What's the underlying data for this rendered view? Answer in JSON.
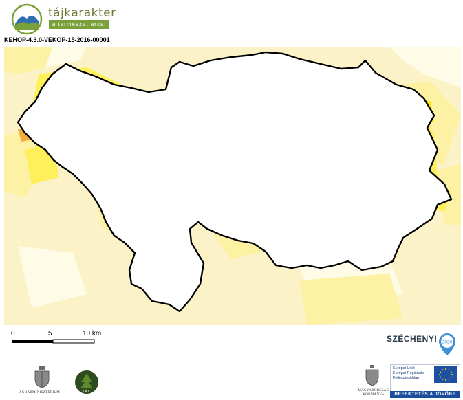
{
  "header": {
    "brand": "tájkarakter",
    "tagline": "a természet arcai",
    "project_code": "KEHOP-4.3.0-VEKOP-15-2016-00001"
  },
  "scalebar": {
    "labels": [
      "0",
      "5",
      "10 km"
    ]
  },
  "footer": {
    "ministry": "AGRÁRMINISZTÉRIUM",
    "government": "MAGYARORSZÁG KORMÁNYA",
    "szechenyi": "SZÉCHENYI",
    "szechenyi_year": "2020",
    "eu_lines": [
      "Európai Unió",
      "Európai Regionális",
      "Fejlesztési Alap"
    ],
    "invest_slogan": "BEFEKTETÉS A JÖVŐBE",
    "tajl": "TÁJL"
  },
  "colors": {
    "pale": "#fbf3c7",
    "light_yellow": "#fdf1a3",
    "yellow": "#fdf05a",
    "bright_yellow": "#fbe900",
    "orange": "#f3ad3a",
    "boundary": "#000000"
  }
}
